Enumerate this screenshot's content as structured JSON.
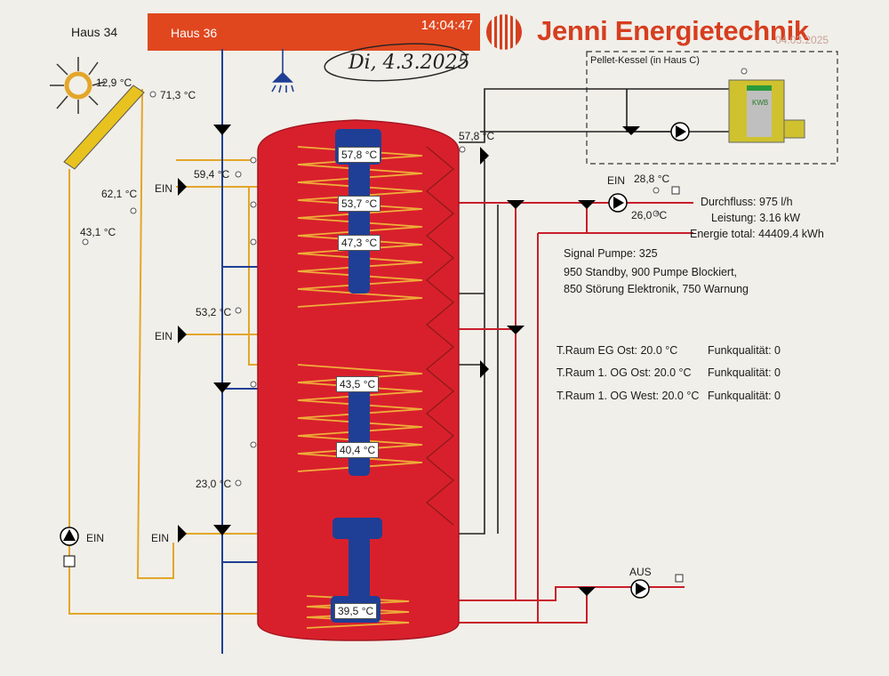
{
  "header": {
    "tab_haus34": "Haus 34",
    "tab_haus36": "Haus 36",
    "time": "14:04:47",
    "brand": "Jenni Energietechnik",
    "brand_date": "04.03.2025",
    "handwritten_date": "Di, 4.3.2025"
  },
  "boiler": {
    "title": "Pellet-Kessel (in Haus C)",
    "brand_label": "KWB"
  },
  "solar": {
    "collector_temp": "12,9 °C",
    "collector_out_temp": "71,3 °C",
    "supply_temp": "62,1 °C",
    "return_temp": "43,1 °C",
    "pump_status": "EIN"
  },
  "tank": {
    "temps": [
      "57,8 °C",
      "53,7 °C",
      "47,3 °C",
      "43,5 °C",
      "40,4 °C",
      "39,5 °C"
    ]
  },
  "pipes": {
    "valve_upper": {
      "temp": "59,4 °C",
      "status": "EIN"
    },
    "valve_middle": {
      "temp": "53,2 °C",
      "status": "EIN"
    },
    "valve_lower": {
      "temp": "23,0 °C",
      "status": "EIN"
    },
    "hot_water_out_temp": "57,8 °C"
  },
  "heating_circuit": {
    "pump_status": "EIN",
    "flow_temp": "28,8 °C",
    "return_temp": "26,0 °C",
    "flow_rate": "Durchfluss: 975 l/h",
    "power": "Leistung: 3.16 kW",
    "energy_total": "Energie total: 44409.4 kWh"
  },
  "pump_signal": {
    "title": "Signal Pumpe: 325",
    "line1": "950 Standby, 900 Pumpe Blockiert,",
    "line2": "850 Störung Elektronik, 750 Warnung"
  },
  "rooms": [
    {
      "name": "T.Raum EG Ost: 20.0 °C",
      "quality": "Funkqualität: 0"
    },
    {
      "name": "T.Raum 1. OG Ost: 20.0 °C",
      "quality": "Funkqualität: 0"
    },
    {
      "name": "T.Raum 1. OG West: 20.0 °C",
      "quality": "Funkqualität: 0"
    }
  ],
  "lower_circuit": {
    "pump_status": "AUS"
  },
  "colors": {
    "accent": "#e0471f",
    "tank_red": "#d8202c",
    "pipe_blue": "#1f3f96",
    "pipe_red": "#c81e2b",
    "solar_orange": "#e3a62a"
  }
}
